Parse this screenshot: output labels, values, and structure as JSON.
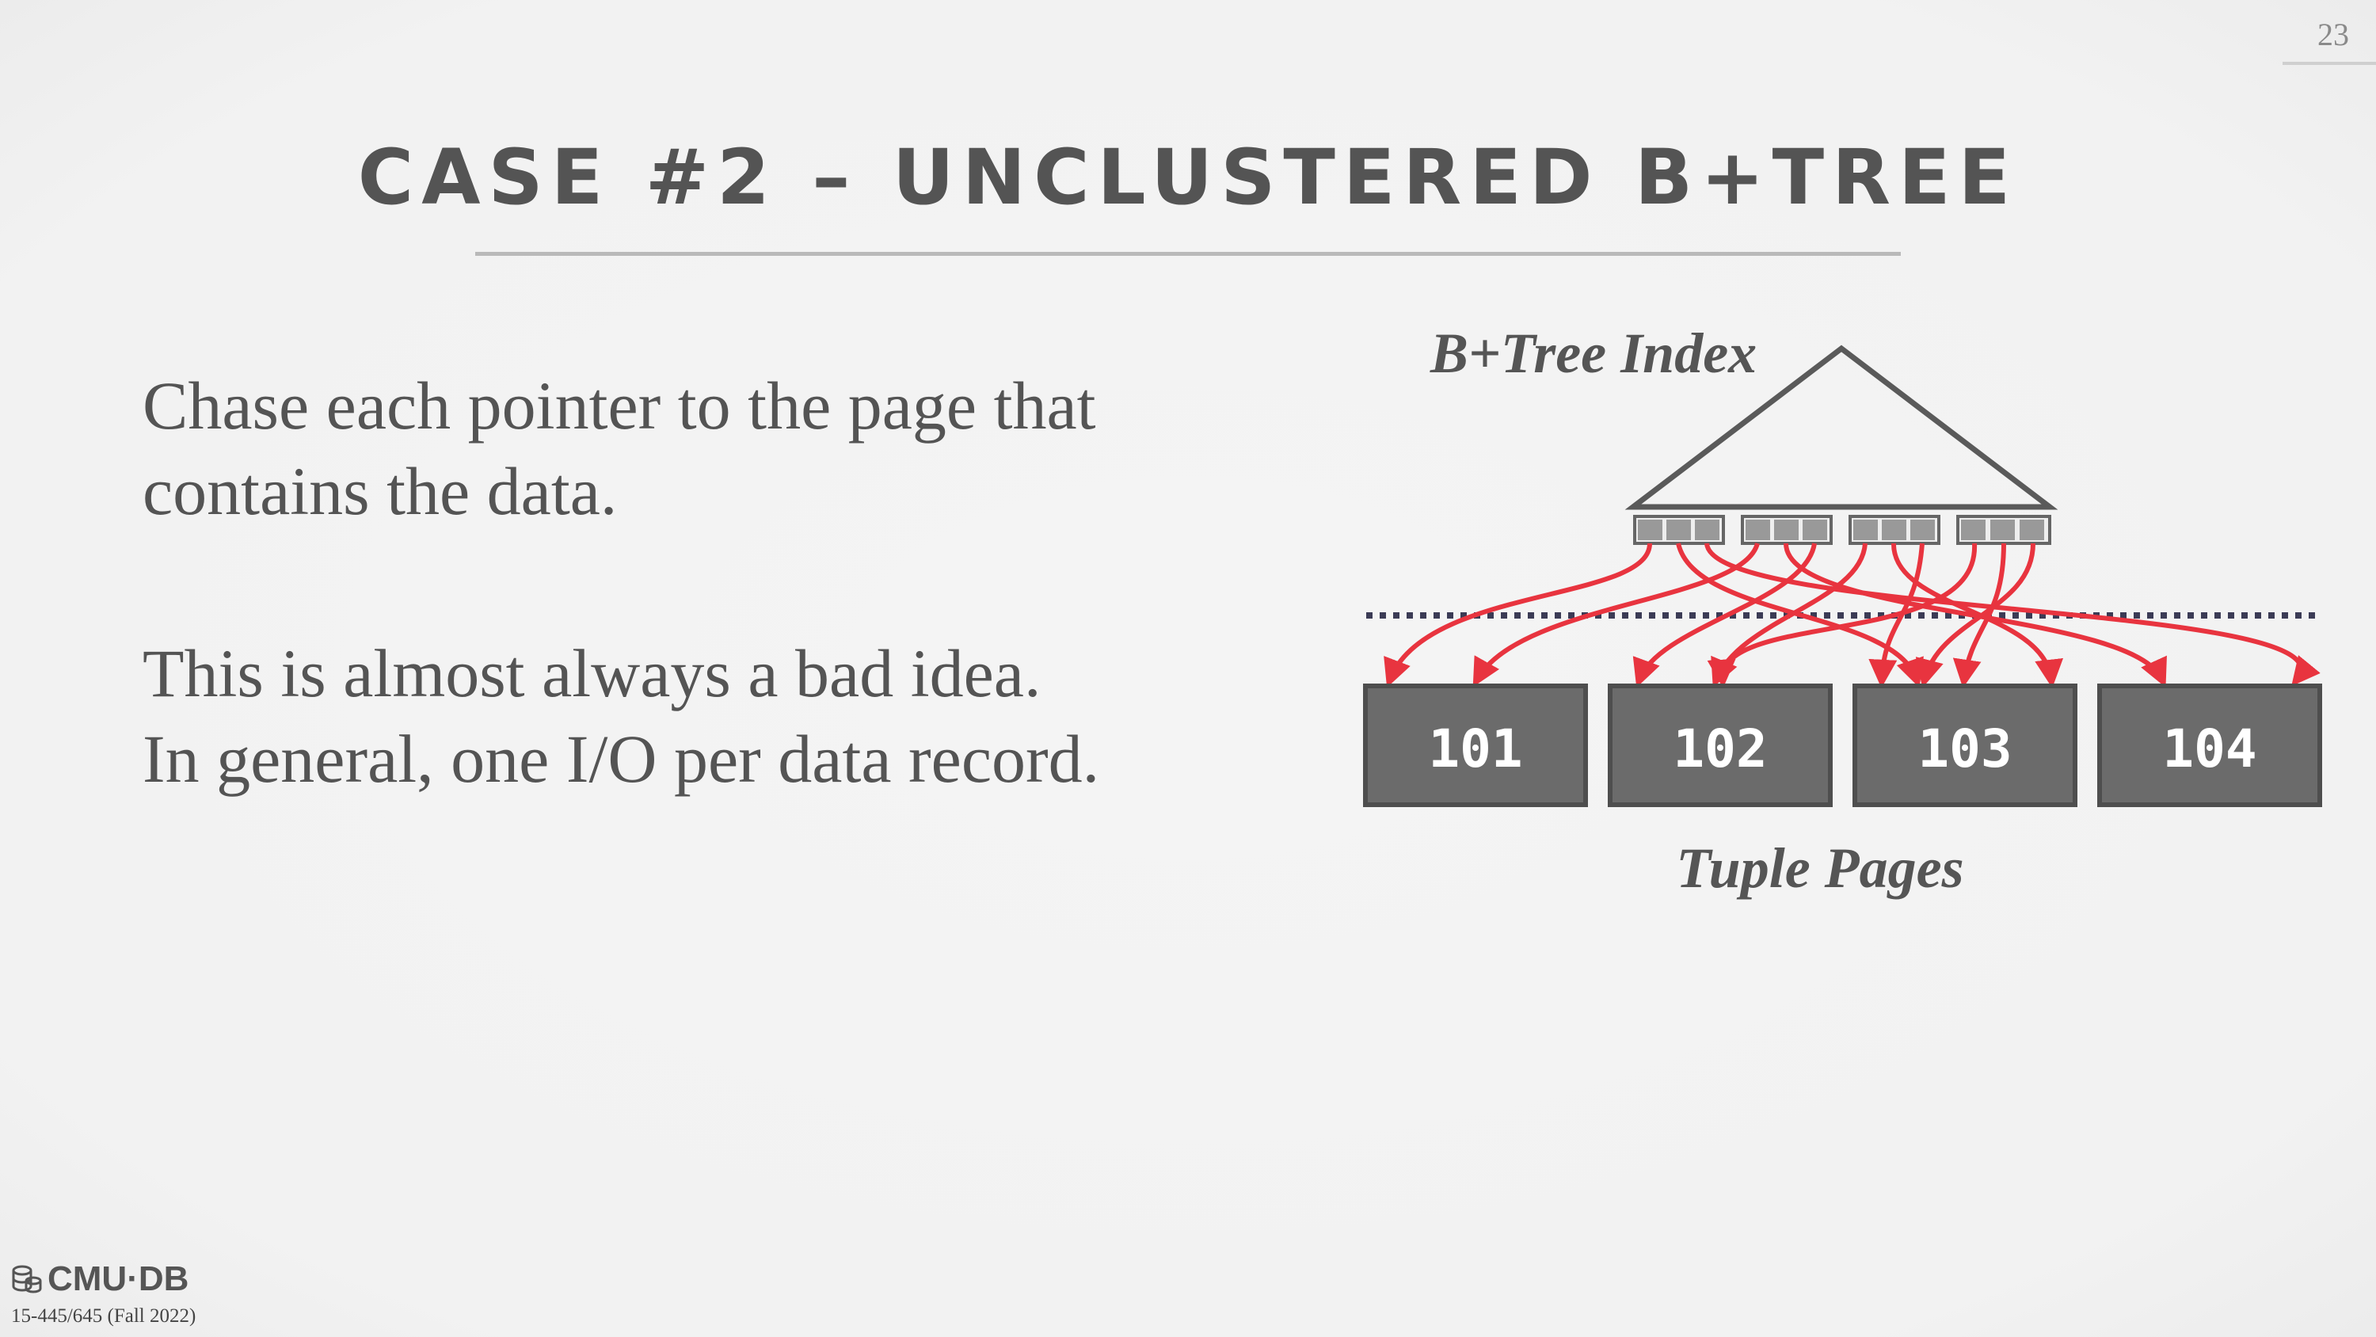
{
  "page_number": "23",
  "title": "CASE #2 – UNCLUSTERED B+TREE",
  "body": {
    "line1": "Chase each pointer to the page that",
    "line2": "contains the data.",
    "line3": "This is almost always a bad idea.",
    "line4": "In general, one I/O per data record."
  },
  "diagram": {
    "index_label": "B+Tree Index",
    "pages_label": "Tuple Pages",
    "pages": [
      "101",
      "102",
      "103",
      "104"
    ],
    "arrow_color": "#e8343f",
    "page_fill": "#6b6b6b"
  },
  "footer": {
    "logo_text": "CMU·DB",
    "course": "15-445/645 (Fall 2022)"
  },
  "icons": [
    "database-icon"
  ]
}
